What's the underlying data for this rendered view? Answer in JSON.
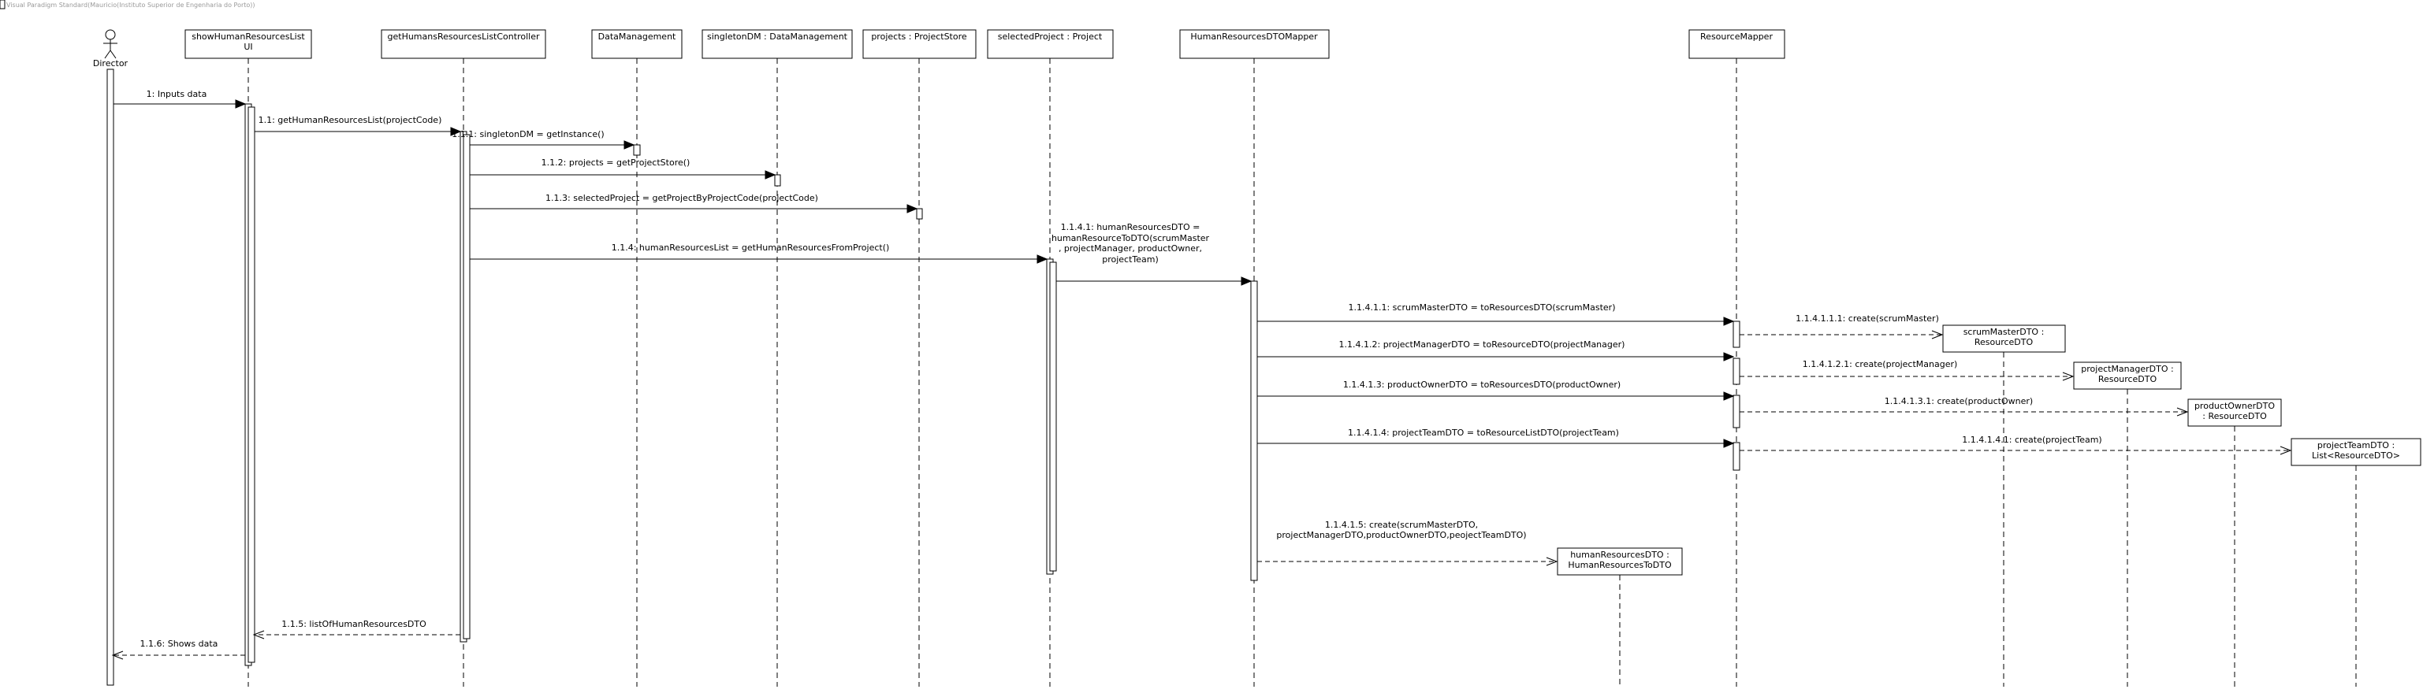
{
  "watermark": "Visual Paradigm Standard(Mauricio(Instituto Superior de Engenharia do Porto))",
  "actor": {
    "name": "Director"
  },
  "participants": [
    {
      "id": "ui",
      "lines": [
        "showHumanResourcesList",
        "UI"
      ]
    },
    {
      "id": "ctrl",
      "lines": [
        "getHumansResourcesListController"
      ]
    },
    {
      "id": "dm",
      "lines": [
        "DataManagement"
      ]
    },
    {
      "id": "sdm",
      "lines": [
        "singletonDM : DataManagement"
      ]
    },
    {
      "id": "ps",
      "lines": [
        "projects : ProjectStore"
      ]
    },
    {
      "id": "proj",
      "lines": [
        "selectedProject : Project"
      ]
    },
    {
      "id": "hrmap",
      "lines": [
        "HumanResourcesDTOMapper"
      ]
    },
    {
      "id": "rmap",
      "lines": [
        "ResourceMapper"
      ]
    }
  ],
  "created": [
    {
      "id": "sm",
      "lines": [
        "scrumMasterDTO :",
        "ResourceDTO"
      ]
    },
    {
      "id": "pm",
      "lines": [
        "projectManagerDTO :",
        "ResourceDTO"
      ]
    },
    {
      "id": "po",
      "lines": [
        "productOwnerDTO",
        ": ResourceDTO"
      ]
    },
    {
      "id": "pt",
      "lines": [
        "projectTeamDTO :",
        "List<ResourceDTO>"
      ]
    },
    {
      "id": "hr",
      "lines": [
        "humanResourcesDTO :",
        "HumanResourcesToDTO"
      ]
    }
  ],
  "messages": [
    {
      "id": "m1",
      "lines": [
        "1: Inputs data"
      ]
    },
    {
      "id": "m2",
      "lines": [
        "1.1: getHumanResourcesList(projectCode)"
      ]
    },
    {
      "id": "m3",
      "lines": [
        "1.1.1: singletonDM = getInstance()"
      ]
    },
    {
      "id": "m4",
      "lines": [
        "1.1.2: projects = getProjectStore()"
      ]
    },
    {
      "id": "m5",
      "lines": [
        "1.1.3: selectedProject = getProjectByProjectCode(projectCode)"
      ]
    },
    {
      "id": "m6",
      "lines": [
        "1.1.4: humanResourcesList = getHumanResourcesFromProject()"
      ]
    },
    {
      "id": "m7",
      "lines": [
        "1.1.4.1: humanResourcesDTO =",
        "humanResourceToDTO(scrumMaster",
        ", projectManager, productOwner,",
        "projectTeam)"
      ]
    },
    {
      "id": "m8",
      "lines": [
        "1.1.4.1.1: scrumMasterDTO = toResourcesDTO(scrumMaster)"
      ]
    },
    {
      "id": "m9",
      "lines": [
        "1.1.4.1.1.1: create(scrumMaster)"
      ]
    },
    {
      "id": "m10",
      "lines": [
        "1.1.4.1.2: projectManagerDTO = toResourceDTO(projectManager)"
      ]
    },
    {
      "id": "m11",
      "lines": [
        "1.1.4.1.2.1: create(projectManager)"
      ]
    },
    {
      "id": "m12",
      "lines": [
        "1.1.4.1.3: productOwnerDTO = toResourcesDTO(productOwner)"
      ]
    },
    {
      "id": "m13",
      "lines": [
        "1.1.4.1.3.1: create(productOwner)"
      ]
    },
    {
      "id": "m14",
      "lines": [
        "1.1.4.1.4: projectTeamDTO = toResourceListDTO(projectTeam)"
      ]
    },
    {
      "id": "m15",
      "lines": [
        "1.1.4.1.4.1: create(projectTeam)"
      ]
    },
    {
      "id": "m16",
      "lines": [
        "1.1.4.1.5: create(scrumMasterDTO,",
        "projectManagerDTO,productOwnerDTO,peojectTeamDTO)"
      ]
    },
    {
      "id": "m17",
      "lines": [
        "1.1.5: listOfHumanResourcesDTO"
      ]
    },
    {
      "id": "m18",
      "lines": [
        "1.1.6: Shows data"
      ]
    }
  ]
}
